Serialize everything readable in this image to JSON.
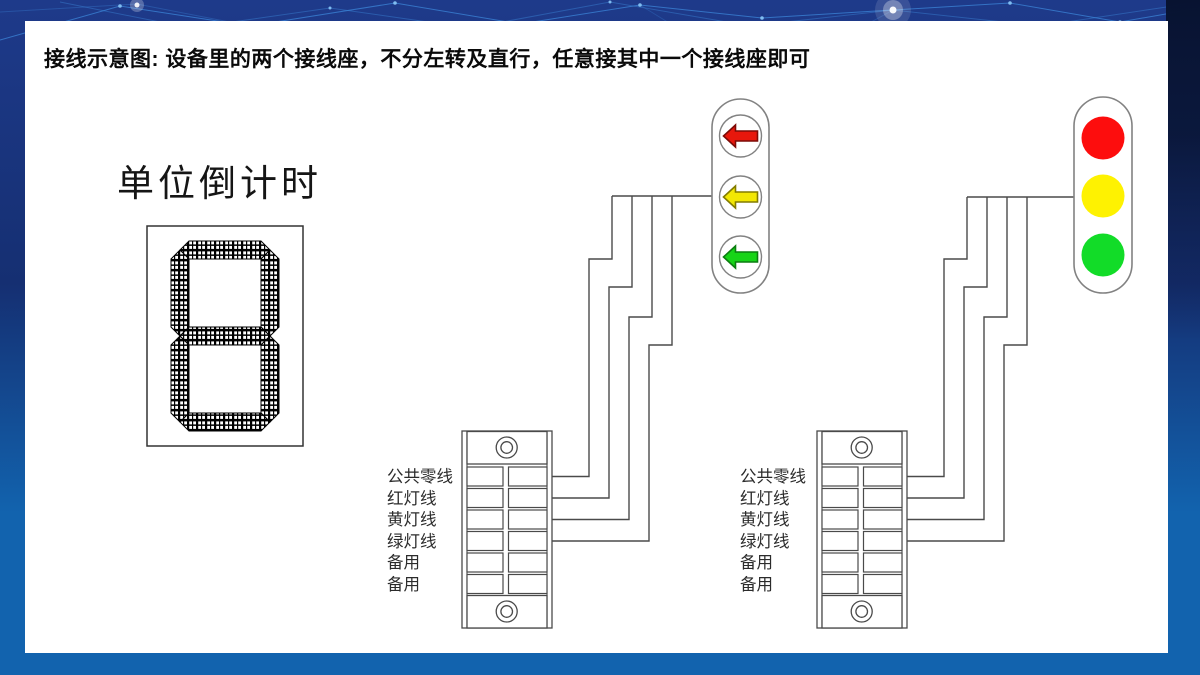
{
  "slide": {
    "title": "接线示意图: 设备里的两个接线座，不分左转及直行，任意接其中一个接线座即可",
    "countdown_heading": "单位倒计时",
    "display_digit": "8"
  },
  "terminal_block": {
    "labels": [
      "公共零线",
      "红灯线",
      "黄灯线",
      "绿灯线",
      "备用",
      "备用"
    ]
  },
  "colors": {
    "arrow_red": "#e8170c",
    "arrow_red_outline": "#7c0b06",
    "arrow_yellow": "#f2e704",
    "arrow_yellow_outline": "#827b00",
    "arrow_green": "#17d417",
    "arrow_green_outline": "#0b7d10",
    "disc_red": "#fd0d0d",
    "disc_yellow": "#fef201",
    "disc_green": "#12dc28",
    "wire": "#4a4a4a",
    "outline_gray": "#828282",
    "background_blue": "#1263ae",
    "panel": "#ffffff"
  }
}
